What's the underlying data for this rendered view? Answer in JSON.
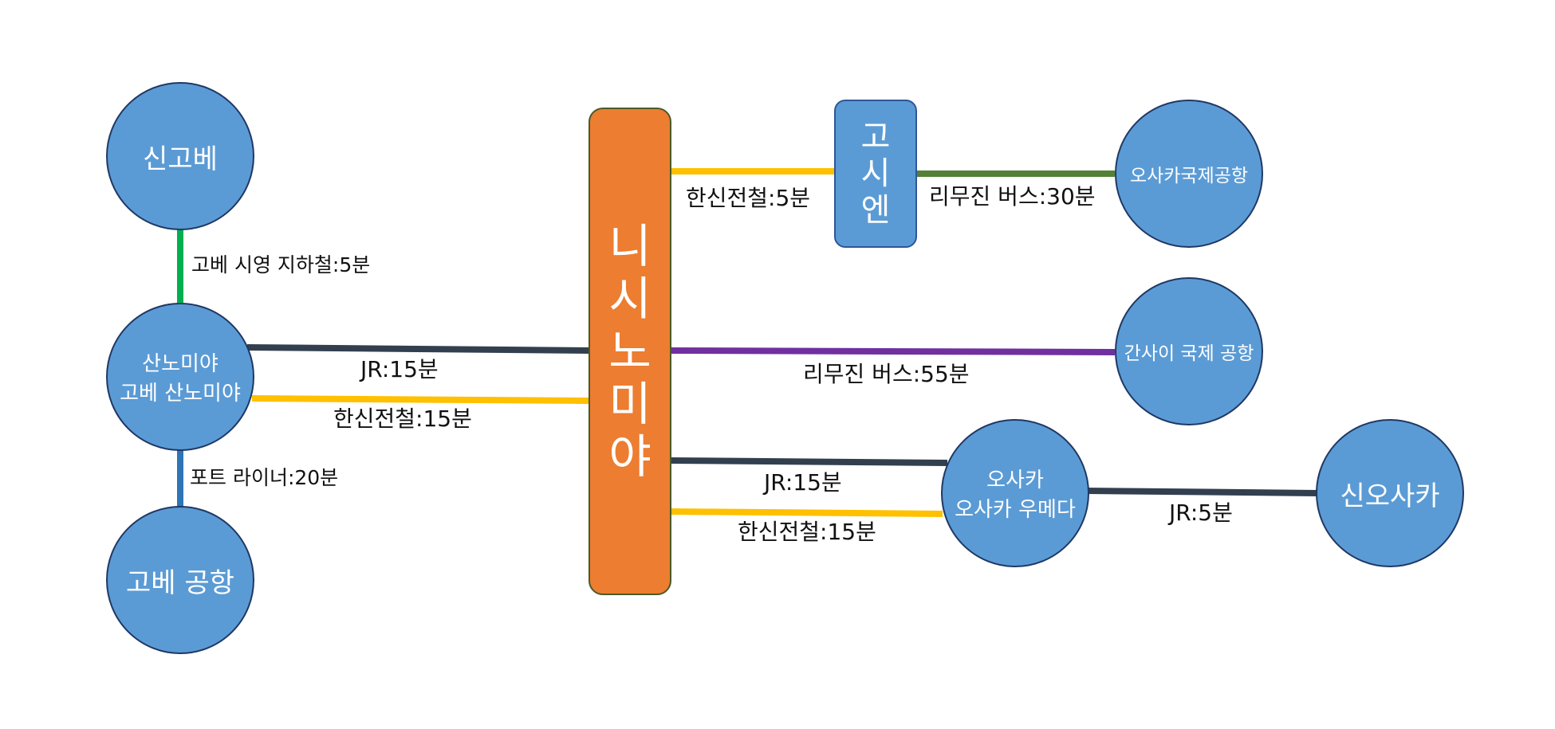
{
  "nodes": {
    "shin_kobe": [
      "신고베"
    ],
    "sannomiya": [
      "산노미야",
      "고베 산노미야"
    ],
    "kobe_airport": [
      "고베 공항"
    ],
    "nishinomiya": [
      "니",
      "시",
      "노",
      "미",
      "야"
    ],
    "koshien": [
      "고",
      "시",
      "엔"
    ],
    "osaka_itami": [
      "오사카국제공항"
    ],
    "kansai_airport": [
      "간사이 국제 공항"
    ],
    "osaka_umeda": [
      "오사카",
      "오사카 우메다"
    ],
    "shin_osaka": [
      "신오사카"
    ]
  },
  "routes": {
    "shinkobe_sannomiya": "고베 시영 지하철:5분",
    "sannomiya_kobeairport": "포트 라이너:20분",
    "sannomiya_nishinomiya_jr": "JR:15분",
    "sannomiya_nishinomiya_hanshin": "한신전철:15분",
    "nishinomiya_koshien": "한신전철:5분",
    "koshien_itami": "리무진 버스:30분",
    "nishinomiya_kansai": "리무진 버스:55분",
    "nishinomiya_umeda_jr": "JR:15분",
    "nishinomiya_umeda_hanshin": "한신전철:15분",
    "umeda_shinosaka": "JR:5분"
  },
  "colors": {
    "station_fill": "#5b9bd5",
    "station_border": "#1f3864",
    "hub_fill": "#ed7d31",
    "jr": "#323f4f",
    "hanshin": "#ffc000",
    "kobe_subway": "#00b050",
    "port_liner": "#2e75b6",
    "limousine_itami": "#548235",
    "limousine_kansai": "#7030a0"
  }
}
